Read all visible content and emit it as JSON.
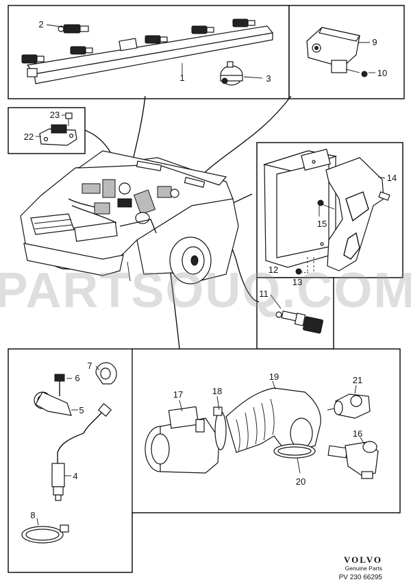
{
  "callouts": [
    "1",
    "2",
    "3",
    "4",
    "5",
    "6",
    "7",
    "8",
    "9",
    "10",
    "11",
    "12",
    "13",
    "14",
    "15",
    "16",
    "17",
    "18",
    "19",
    "20",
    "21",
    "22",
    "23"
  ],
  "watermark": "PARTSOUQ.COM",
  "footer": {
    "brand": "VOLVO",
    "subtitle": "Genuine Parts",
    "code": "PV 230 66295"
  }
}
